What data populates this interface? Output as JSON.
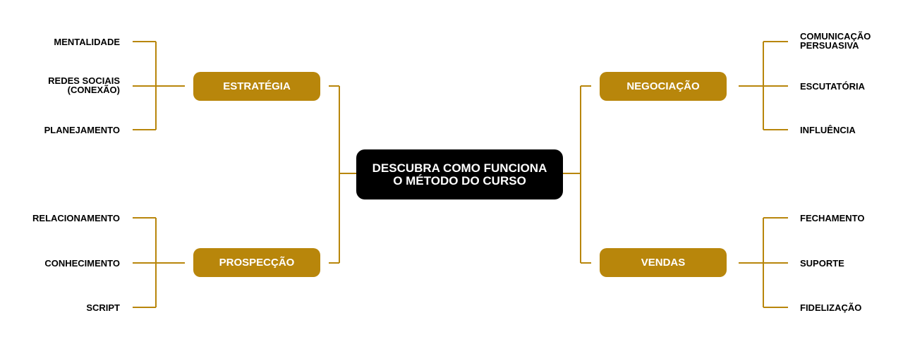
{
  "colors": {
    "accent": "#b8860b",
    "center_bg": "#000000",
    "text": "#000000",
    "on_dark": "#ffffff"
  },
  "center": {
    "line1": "DESCUBRA COMO FUNCIONA",
    "line2": "O MÉTODO DO CURSO"
  },
  "categories": {
    "estrategia": {
      "label": "ESTRATÉGIA",
      "items": {
        "mentalidade": "MENTALIDADE",
        "redes_1": "REDES SOCIAIS",
        "redes_2": "(CONEXÃO)",
        "planejamento": "PLANEJAMENTO"
      }
    },
    "prospeccao": {
      "label": "PROSPECÇÃO",
      "items": {
        "relacionamento": "RELACIONAMENTO",
        "conhecimento": "CONHECIMENTO",
        "script": "SCRIPT"
      }
    },
    "negociacao": {
      "label": "NEGOCIAÇÃO",
      "items": {
        "com_1": "COMUNICAÇÃO",
        "com_2": "PERSUASIVA",
        "escutatoria": "ESCUTATÓRIA",
        "influencia": "INFLUÊNCIA"
      }
    },
    "vendas": {
      "label": "VENDAS",
      "items": {
        "fechamento": "FECHAMENTO",
        "suporte": "SUPORTE",
        "fidelizacao": "FIDELIZAÇÃO"
      }
    }
  }
}
